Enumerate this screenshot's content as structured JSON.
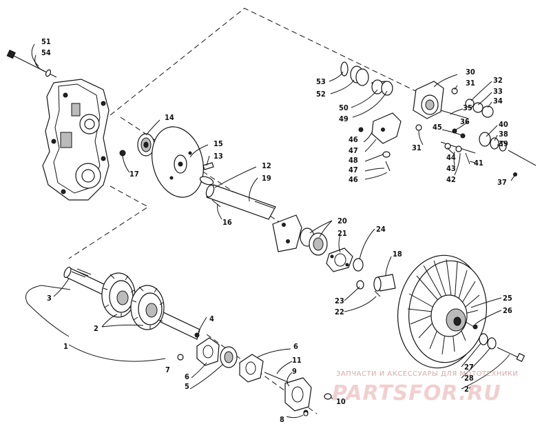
{
  "labels": [
    "51",
    "54",
    "14",
    "17",
    "15",
    "13",
    "16",
    "12",
    "19",
    "20",
    "21",
    "24",
    "18",
    "53",
    "52",
    "50",
    "49",
    "30",
    "31",
    "32",
    "33",
    "34",
    "35",
    "36",
    "45",
    "40",
    "38",
    "39",
    "46",
    "47",
    "48",
    "47",
    "46",
    "31",
    "44",
    "43",
    "42",
    "41",
    "37",
    "3",
    "2",
    "1",
    "4",
    "6",
    "7",
    "5",
    "6",
    "11",
    "9",
    "8",
    "10",
    "23",
    "22",
    "25",
    "26",
    "27",
    "28",
    "29"
  ],
  "watermark": {
    "caption": "ЗАПЧАСТИ И АКСЕССУАРЫ ДЛЯ МОТОТЕХНИКИ",
    "logo": "PARTSFOR.RU"
  }
}
